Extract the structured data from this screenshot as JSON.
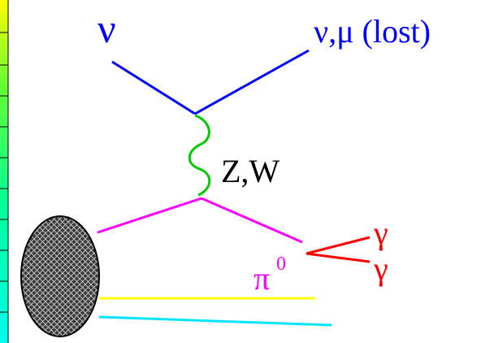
{
  "diagram": {
    "labels": {
      "neutrino_in": "ν",
      "neutrino_out": "ν,μ (lost)",
      "boson": "Z,W",
      "pion": "π",
      "pion_superscript": "0",
      "photon_1": "γ",
      "photon_2": "γ"
    },
    "colors": {
      "neutrino_lines": "#0000ff",
      "neutrino_text": "#0000ff",
      "boson_propagator": "#00cc00",
      "pion_lines": "#ff00ff",
      "photon_lines": "#ff0000",
      "photon_text": "#ff0000",
      "yellow_track": "#ffff00",
      "cyan_track": "#00e5ff",
      "nucleus_fill": "#3a3a3a",
      "left_scale_strip": "#00ff66"
    },
    "icons": {
      "nucleus": "hatched-ellipse-nucleus"
    }
  }
}
